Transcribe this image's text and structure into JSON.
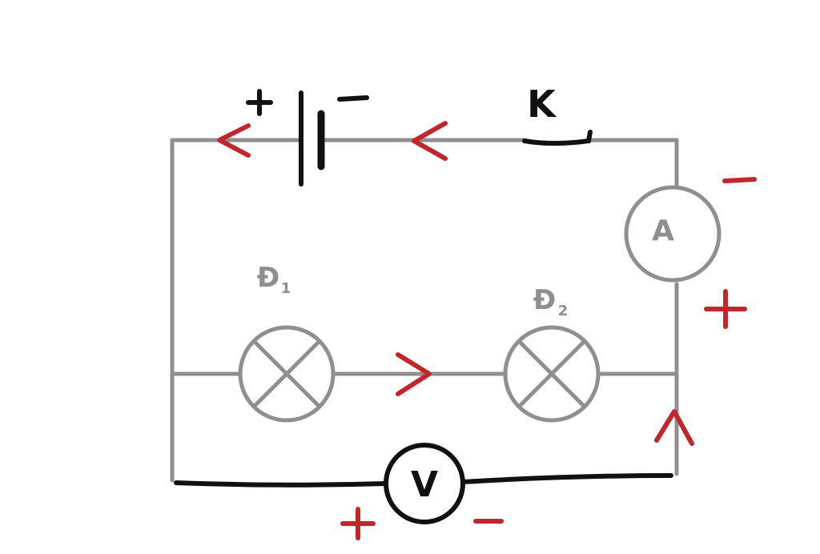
{
  "switch": {
    "label": "K"
  },
  "ammeter": {
    "label": "A"
  },
  "voltmeter": {
    "label": "V"
  },
  "lamps": [
    {
      "label": "Đ",
      "subscript": "1"
    },
    {
      "label": "Đ",
      "subscript": "2"
    }
  ],
  "colors": {
    "wire": "#8f8f8f",
    "ink": "#111111",
    "annotation": "#c0272d"
  }
}
